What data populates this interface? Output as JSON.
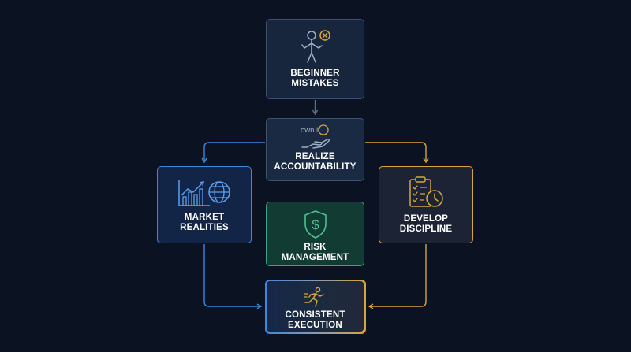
{
  "nodes": {
    "beginner_mistakes": {
      "line1": "BEGINNER",
      "line2": "MISTAKES",
      "icon": "confused-person-icon"
    },
    "realize_accountability": {
      "line1": "REALIZE",
      "line2": "ACCOUNTABILITY",
      "icon": "own-it-hand-icon",
      "icon_text": "own it"
    },
    "market_realities": {
      "line1": "MARKET",
      "line2": "REALITIES",
      "icon": "chart-globe-icon"
    },
    "risk_management": {
      "line1": "RISK",
      "line2": "MANAGEMENT",
      "icon": "shield-dollar-icon",
      "icon_text": "$"
    },
    "develop_discipline": {
      "line1": "DEVELOP",
      "line2": "DISCIPLINE",
      "icon": "checklist-clock-icon"
    },
    "consistent_execution": {
      "line1": "CONSISTENT",
      "line2": "EXECUTION",
      "icon": "running-person-icon"
    }
  },
  "colors": {
    "background": "#0b1322",
    "blue": "#3f86e0",
    "gold": "#d9a53a",
    "green": "#3aa67a",
    "gray": "#5b6e8c"
  }
}
